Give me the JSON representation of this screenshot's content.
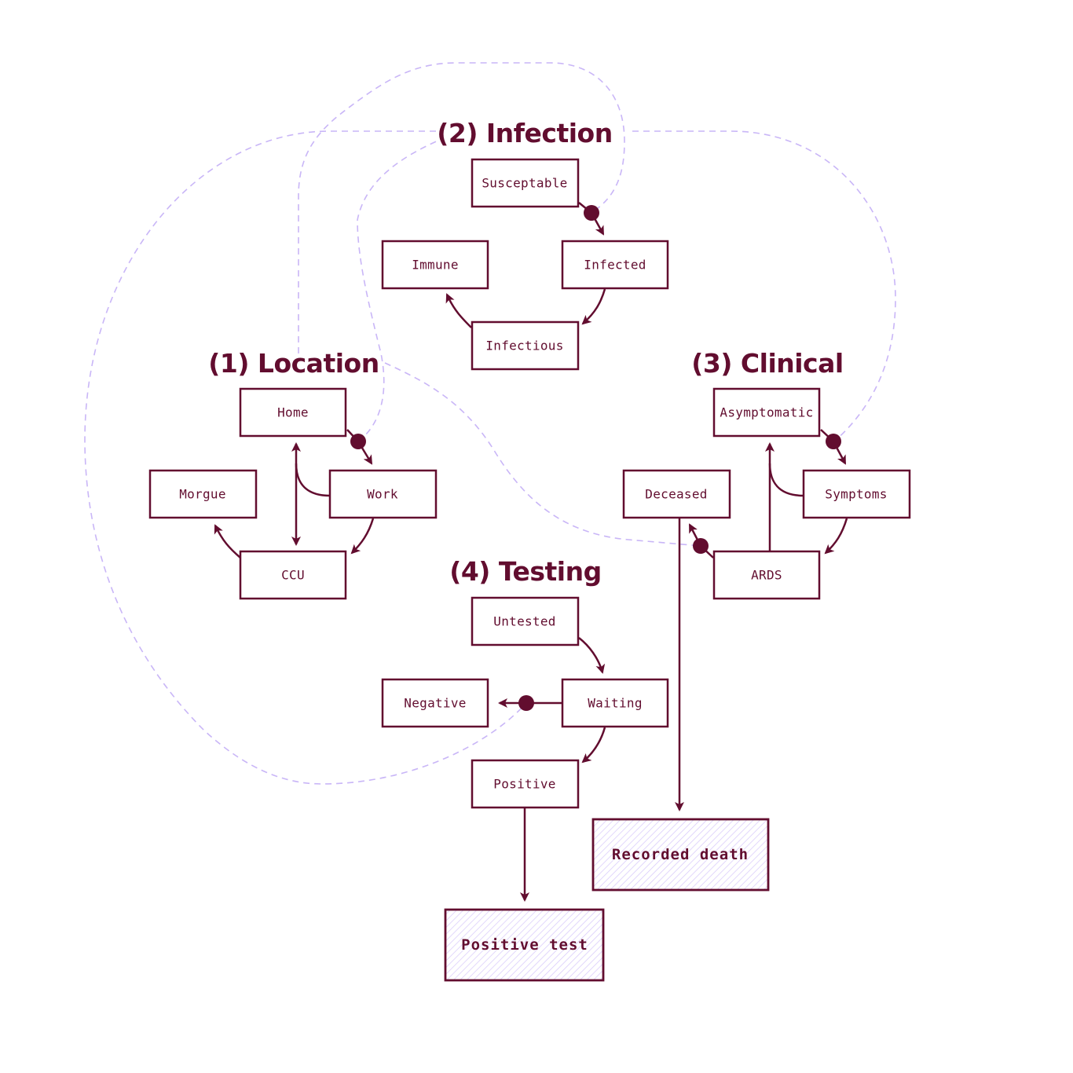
{
  "colors": {
    "primary": "#620d2f",
    "dashed_link": "#c9b6f7",
    "hatch": "#d6c7fa",
    "background": "#ffffff"
  },
  "groups": [
    {
      "id": "location",
      "title": "(1) Location"
    },
    {
      "id": "infection",
      "title": "(2) Infection"
    },
    {
      "id": "clinical",
      "title": "(3) Clinical"
    },
    {
      "id": "testing",
      "title": "(4) Testing"
    }
  ],
  "nodes": {
    "home": {
      "label": "Home",
      "group": "location"
    },
    "work": {
      "label": "Work",
      "group": "location"
    },
    "morgue": {
      "label": "Morgue",
      "group": "location"
    },
    "ccu": {
      "label": "CCU",
      "group": "location"
    },
    "susceptable": {
      "label": "Susceptable",
      "group": "infection"
    },
    "infected": {
      "label": "Infected",
      "group": "infection"
    },
    "immune": {
      "label": "Immune",
      "group": "infection"
    },
    "infectious": {
      "label": "Infectious",
      "group": "infection"
    },
    "asymptomatic": {
      "label": "Asymptomatic",
      "group": "clinical"
    },
    "symptoms": {
      "label": "Symptoms",
      "group": "clinical"
    },
    "deceased": {
      "label": "Deceased",
      "group": "clinical"
    },
    "ards": {
      "label": "ARDS",
      "group": "clinical"
    },
    "untested": {
      "label": "Untested",
      "group": "testing"
    },
    "waiting": {
      "label": "Waiting",
      "group": "testing"
    },
    "negative": {
      "label": "Negative",
      "group": "testing"
    },
    "positive": {
      "label": "Positive",
      "group": "testing"
    },
    "recorded_death": {
      "label": "Recorded death",
      "group": "output"
    },
    "positive_test": {
      "label": "Positive test",
      "group": "output"
    }
  },
  "transitions": [
    {
      "from": "Susceptable",
      "to": "Infected",
      "triggered": true
    },
    {
      "from": "Infected",
      "to": "Infectious",
      "triggered": false
    },
    {
      "from": "Infectious",
      "to": "Immune",
      "triggered": false
    },
    {
      "from": "Home",
      "to": "Work",
      "triggered": true
    },
    {
      "from": "Work",
      "to": "Home",
      "triggered": false
    },
    {
      "from": "Work",
      "to": "CCU",
      "triggered": false
    },
    {
      "from": "Home",
      "to": "CCU",
      "triggered": false,
      "bidirectional": true
    },
    {
      "from": "CCU",
      "to": "Morgue",
      "triggered": false
    },
    {
      "from": "Asymptomatic",
      "to": "Symptoms",
      "triggered": true
    },
    {
      "from": "Symptoms",
      "to": "ARDS",
      "triggered": false
    },
    {
      "from": "Symptoms",
      "to": "Asymptomatic",
      "triggered": false
    },
    {
      "from": "ARDS",
      "to": "Asymptomatic",
      "triggered": false
    },
    {
      "from": "ARDS",
      "to": "Deceased",
      "triggered": true
    },
    {
      "from": "Untested",
      "to": "Waiting",
      "triggered": false
    },
    {
      "from": "Waiting",
      "to": "Negative",
      "triggered": true
    },
    {
      "from": "Waiting",
      "to": "Positive",
      "triggered": false
    },
    {
      "from": "Deceased",
      "to": "Recorded death",
      "triggered": false
    },
    {
      "from": "Positive",
      "to": "Positive test",
      "triggered": false
    }
  ]
}
